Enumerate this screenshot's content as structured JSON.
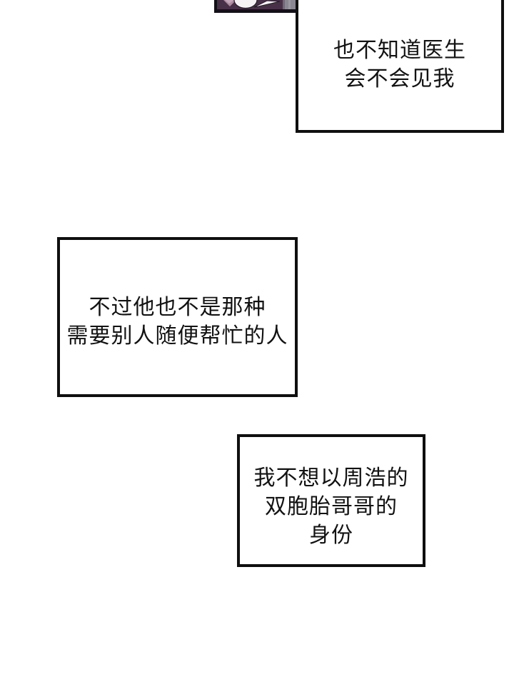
{
  "page": {
    "background_color": "#ffffff",
    "ink_color": "#0f0f0f",
    "text_color": "#121212"
  },
  "panel_fragment": {
    "description": "bottom sliver of a comic art panel cropped at top edge",
    "colors": {
      "plum": "#483148",
      "mauve": "#a98aa0",
      "mauve_light": "#c4a6b8",
      "gray_band": "#8a8792",
      "gray_dark": "#6e6a76",
      "gray_light": "#9b98a2",
      "white_shape": "#f6f3f5",
      "outline": "#241a28",
      "border": "#141018"
    }
  },
  "speech_boxes": [
    {
      "lines": [
        "也不知道医生",
        "会不会见我"
      ]
    },
    {
      "lines": [
        "不过他也不是那种",
        "需要别人随便帮忙的人"
      ]
    },
    {
      "lines": [
        "我不想以周浩的",
        "双胞胎哥哥的",
        "身份"
      ]
    }
  ]
}
